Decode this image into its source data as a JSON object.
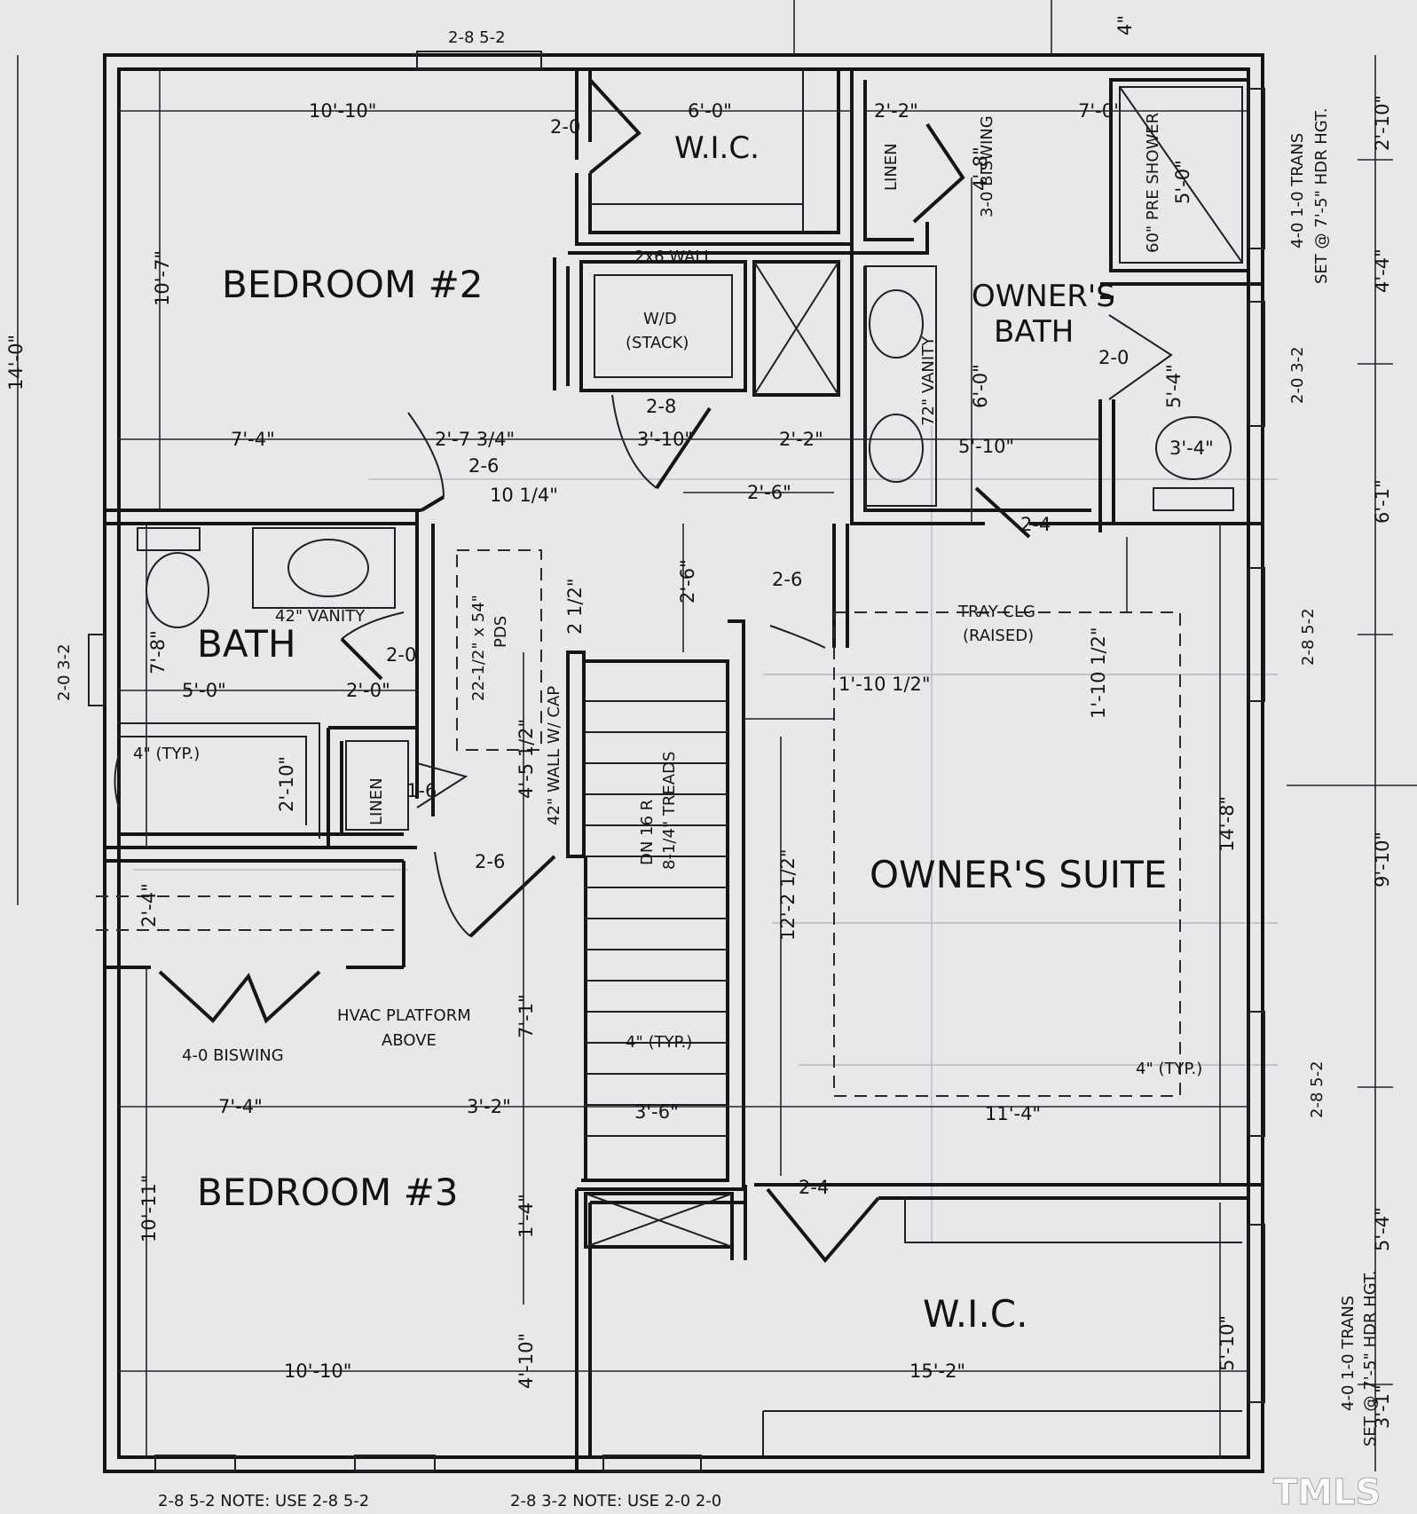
{
  "rooms": {
    "bedroom2": "BEDROOM #2",
    "bedroom3": "BEDROOM #3",
    "bath": "BATH",
    "owners_bath_l1": "OWNER'S",
    "owners_bath_l2": "BATH",
    "owners_suite": "OWNER'S SUITE",
    "wic_top": "W.I.C.",
    "wic_bottom": "W.I.C.",
    "linen_top": "LINEN",
    "linen_bottom": "LINEN"
  },
  "labels": {
    "wall_2x6": "2x6 WALL",
    "wd_l1": "W/D",
    "wd_l2": "(STACK)",
    "vanity_42": "42\" VANITY",
    "vanity_72": "72\" VANITY",
    "tray_l1": "TRAY CLG",
    "tray_l2": "(RAISED)",
    "pds_l1": "22-1/2\" x 54\"",
    "pds_l2": "PDS",
    "cap_wall": "42\" WALL W/ CAP",
    "stairs_l1": "DN 16 R",
    "stairs_l2": "8-1/4\" TREADS",
    "hvac_l1": "HVAC PLATFORM",
    "hvac_l2": "ABOVE",
    "bisling_40": "4-0 BISWING",
    "bisling_30": "3-0 BISWING",
    "shower": "60\" PRE SHOWER",
    "typ_stair": "4\" (TYP.)",
    "typ_right": "4\" (TYP.)",
    "typ_bath": "4\" (TYP.)",
    "trans_top": "4-0 1-0 TRANS",
    "trans_top_2": "SET @ 7'-5\" HDR HGT.",
    "trans_bot": "4-0 1-0 TRANS",
    "trans_bot_2": "SET @ 7'-5\" HDR HGT.",
    "note_left": "2-8 5-2  NOTE: USE 2-8 5-2",
    "note_right": "2-8 3-2  NOTE: USE 2-0 2-0",
    "win_top": "2-8 5-2",
    "win_left": "2-0 3-2",
    "win_r1": "2-0 3-2",
    "win_r2": "2-8 5-2",
    "win_r3": "2-8 5-2",
    "watermark": "TMLS"
  },
  "doors": {
    "d_wic": "2-0",
    "d_laundry": "2-8",
    "d_bed2": "2-6",
    "d_bath": "2-0",
    "d_linen": "1-6",
    "d_hall": "2-6",
    "d_suite": "2-6",
    "d_obath": "2-4",
    "d_wc": "2-0",
    "d_wic2": "2-4"
  },
  "dims": {
    "d_10_10_top": "10'-10\"",
    "d_6_0_wic": "6'-0\"",
    "d_2_2_linen": "2'-2\"",
    "d_7_0": "7'-0\"",
    "d_10_7": "10'-7\"",
    "d_14_0": "14'-0\"",
    "d_7_4_top": "7'-4\"",
    "d_2_7": "2'-7 3/4\"",
    "d_10_1_4": "10 1/4\"",
    "d_3_10": "3'-10\"",
    "d_2_2_mid": "2'-2\"",
    "d_5_10_mid": "5'-10\"",
    "d_4_8": "4'-8\"",
    "d_5_0_sh": "5'-0\"",
    "d_6_0_ob": "6'-0\"",
    "d_5_4_wc": "5'-4\"",
    "d_3_4": "3'-4\"",
    "d_2_6_h": "2'-6\"",
    "d_2_6_v": "2'-6\"",
    "d_2_1_2": "2 1/2\"",
    "d_7_8": "7'-8\"",
    "d_5_0_bath": "5'-0\"",
    "d_2_0_bath": "2'-0\"",
    "d_2_10": "2'-10\"",
    "d_4_5": "4'-5 1/2\"",
    "d_1_10": "1'-10 1/2\"",
    "d_1_10_v": "1'-10 1/2\"",
    "d_2_4": "2'-4\"",
    "d_7_1": "7'-1\"",
    "d_12_2": "12'-2 1/2\"",
    "d_14_8": "14'-8\"",
    "d_7_4_bot": "7'-4\"",
    "d_3_2": "3'-2\"",
    "d_3_6": "3'-6\"",
    "d_11_4": "11'-4\"",
    "d_10_11": "10'-11\"",
    "d_1_4": "1'-4\"",
    "d_4_10": "4'-10\"",
    "d_10_10_bot": "10'-10\"",
    "d_15_2": "15'-2\"",
    "d_5_10_bot": "5'-10\"",
    "d_r_2_10": "2'-10\"",
    "d_r_4_4": "4'-4\"",
    "d_r_6_1": "6'-1\"",
    "d_r_9_10": "9'-10\"",
    "d_r_5_4": "5'-4\"",
    "d_r_3_1": "3'-1\"",
    "d_top_4": "4\""
  }
}
